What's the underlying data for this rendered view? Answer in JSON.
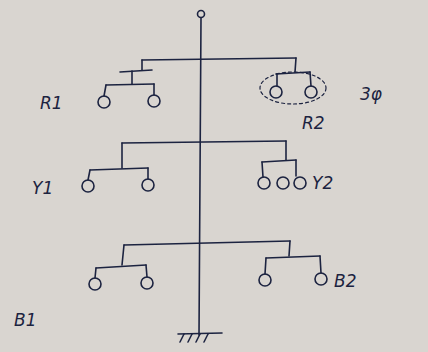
{
  "diagram": {
    "labels": [
      "R1",
      "R2",
      "3φ",
      "Y1",
      "Y2",
      "B1",
      "B2"
    ]
  }
}
